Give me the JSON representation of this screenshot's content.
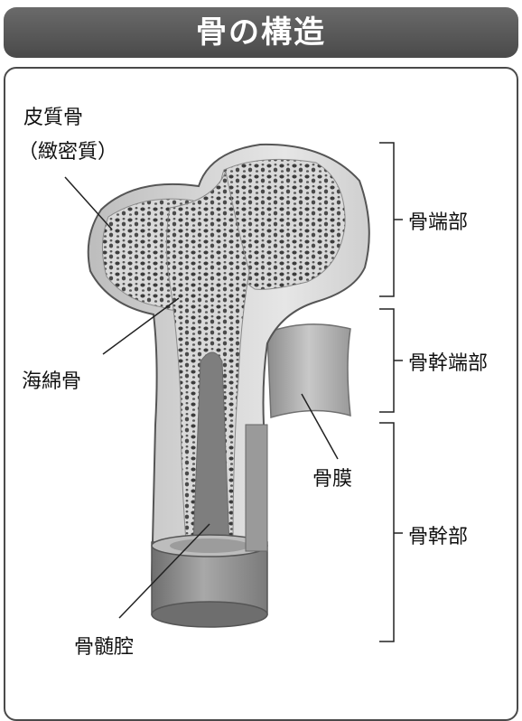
{
  "title": "骨の構造",
  "labels": {
    "cortical_bone": "皮質骨",
    "compact_bone": "（緻密質）",
    "spongy_bone": "海綿骨",
    "medullary_cavity": "骨髄腔",
    "epiphysis": "骨端部",
    "metaphysis": "骨幹端部",
    "periosteum": "骨膜",
    "diaphysis": "骨幹部"
  }
}
